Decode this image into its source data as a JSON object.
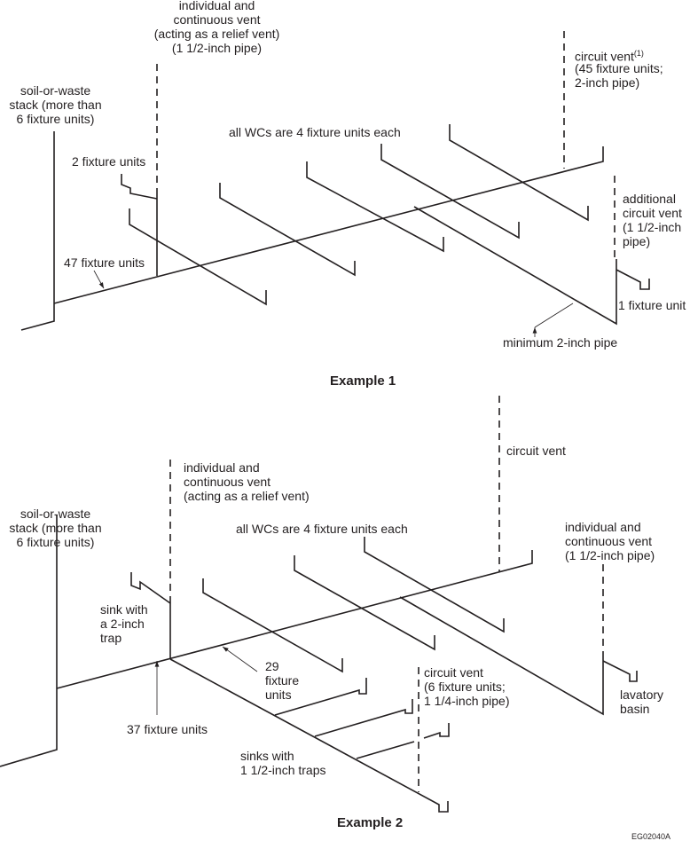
{
  "figure_code": "EG02040A",
  "example1": {
    "title": "Example 1",
    "labels": {
      "relief_vent": "individual and\ncontinuous vent\n(acting as a relief vent)\n(1 1/2-inch pipe)",
      "stack": "soil-or-waste\nstack (more than\n6 fixture units)",
      "two_fu": "2 fixture units",
      "wcs": "all WCs are 4 fixture units each",
      "circuit_vent_name": "circuit vent",
      "circuit_vent_note": "(1)",
      "circuit_vent_detail": "(45 fixture units;\n2-inch pipe)",
      "additional_vent": "additional\ncircuit vent\n(1 1/2-inch\npipe)",
      "forty_seven": "47 fixture units",
      "one_fu": "1 fixture unit",
      "min_pipe": "minimum 2-inch pipe"
    }
  },
  "example2": {
    "title": "Example 2",
    "labels": {
      "relief_vent": "individual and\ncontinuous vent\n(acting as a relief vent)",
      "stack": "soil-or-waste\nstack (more than\n6 fixture units)",
      "circuit_vent": "circuit vent",
      "wcs": "all WCs are 4 fixture units each",
      "lav_vent": "individual and\ncontinuous vent\n(1 1/2-inch pipe)",
      "sink_2in": "sink with\na 2-inch\ntrap",
      "twenty_nine": "29\nfixture\nunits",
      "thirty_seven": "37 fixture units",
      "circuit_vent_small": "circuit vent\n(6 fixture units;\n1 1/4-inch pipe)",
      "lavatory": "lavatory\nbasin",
      "sinks": "sinks with\n1 1/2-inch traps"
    }
  }
}
